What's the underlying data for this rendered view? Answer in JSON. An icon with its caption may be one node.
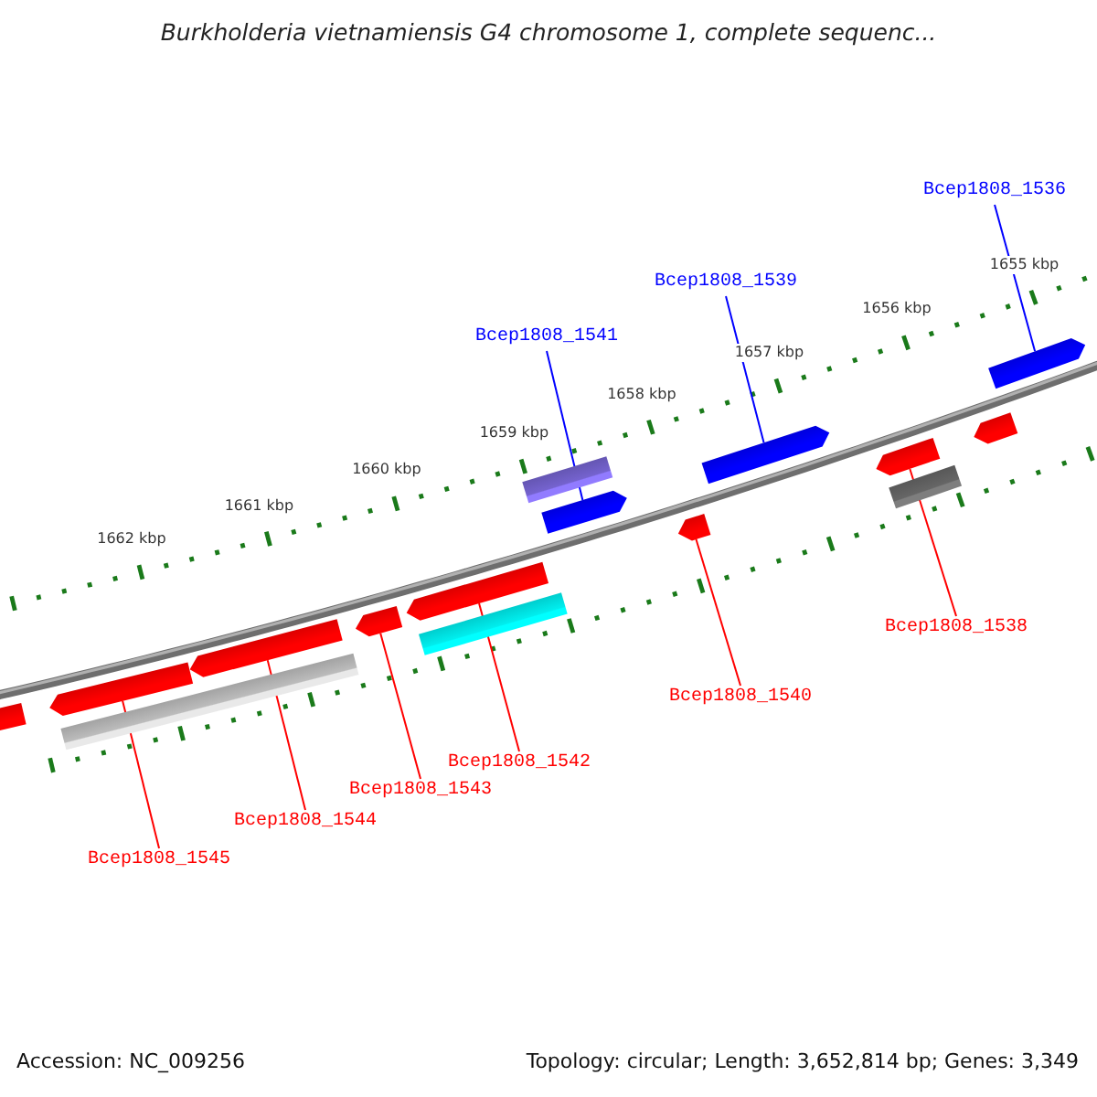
{
  "diagram": {
    "title": "Burkholderia vietnamiensis G4 chromosome 1, complete sequenc...",
    "nodes": [
      {
        "text": [
          "Bcep1808_1536"
        ]
      },
      {
        "text": [
          "Bcep1808_1539"
        ]
      },
      {
        "text": [
          "Bcep1808_1541"
        ]
      },
      {
        "text": [
          "Bcep1808_1538"
        ]
      },
      {
        "text": [
          "Bcep1808_1540"
        ]
      },
      {
        "text": [
          "Bcep1808_1542"
        ]
      },
      {
        "text": [
          "Bcep1808_1543"
        ]
      },
      {
        "text": [
          "Bcep1808_1544"
        ]
      },
      {
        "text": [
          "Bcep1808_1545"
        ]
      },
      {
        "text": [],
        "shape": "arrow"
      },
      {
        "text": [],
        "shape": "arrow"
      },
      {
        "text": [],
        "shape": "bar"
      },
      {
        "text": [],
        "shape": "arrow"
      },
      {
        "text": [],
        "shape": "arrow"
      },
      {
        "text": [],
        "shape": "arrow"
      },
      {
        "text": [],
        "shape": "bar"
      },
      {
        "text": [],
        "shape": "bar"
      },
      {
        "text": [],
        "shape": "arrow"
      },
      {
        "text": [],
        "shape": "arrow"
      },
      {
        "text": [],
        "shape": "arrow"
      },
      {
        "text": [],
        "shape": "arrow"
      },
      {
        "text": [],
        "shape": "bar"
      },
      {
        "text": [],
        "shape": "arrow"
      },
      {
        "text": [],
        "shape": "arrow"
      }
    ],
    "edges": [
      {
        "from": 0,
        "to": 23,
        "arrow": "none",
        "color": "#0000ff"
      },
      {
        "from": 1,
        "to": 19,
        "arrow": "none",
        "color": "#0000ff"
      },
      {
        "from": 2,
        "to": 17,
        "arrow": "none",
        "color": "#0000ff"
      },
      {
        "from": 3,
        "to": 20,
        "arrow": "none"
      },
      {
        "from": 4,
        "to": 18,
        "arrow": "none"
      },
      {
        "from": 5,
        "to": 14,
        "arrow": "none"
      },
      {
        "from": 6,
        "to": 13,
        "arrow": "none"
      },
      {
        "from": 7,
        "to": 12,
        "arrow": "none"
      },
      {
        "from": 8,
        "to": 10,
        "arrow": "none"
      }
    ],
    "labels": [
      "1662 kbp",
      "1661 kbp",
      "1660 kbp",
      "1659 kbp",
      "1658 kbp",
      "1657 kbp",
      "1656 kbp",
      "1655 kbp",
      "Accession: NC_009256",
      "Topology: circular; Length: 3,652,814 bp; Genes: 3,349"
    ]
  }
}
